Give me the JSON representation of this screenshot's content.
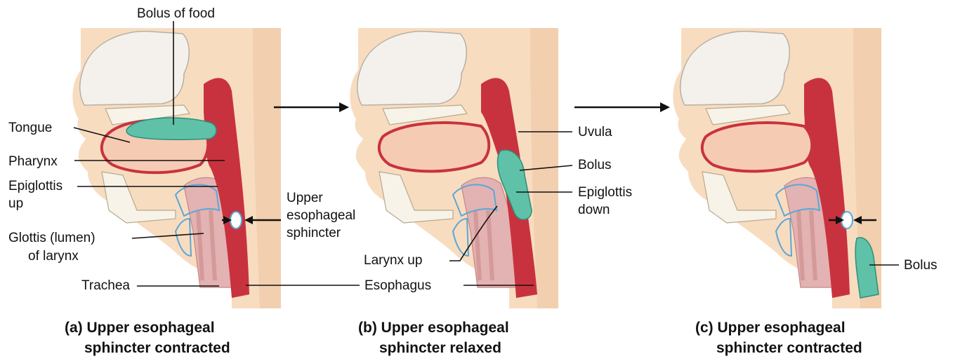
{
  "panels": [
    {
      "caption_line1": "(a) Upper esophageal",
      "caption_line2": "sphincter contracted",
      "labels": {
        "bolus_of_food": "Bolus of food",
        "tongue": "Tongue",
        "pharynx": "Pharynx",
        "epiglottis_line1": "Epiglottis",
        "epiglottis_line2": "up",
        "ues_line1": "Upper",
        "ues_line2": "esophageal",
        "ues_line3": "sphincter",
        "glottis_line1": "Glottis (lumen)",
        "glottis_line2": "of larynx",
        "trachea": "Trachea"
      }
    },
    {
      "caption_line1": "(b) Upper esophageal",
      "caption_line2": "sphincter relaxed",
      "labels": {
        "uvula": "Uvula",
        "bolus": "Bolus",
        "epiglottis_line1": "Epiglottis",
        "epiglottis_line2": "down",
        "larynx_up": "Larynx up",
        "esophagus": "Esophagus"
      }
    },
    {
      "caption_line1": "(c) Upper esophageal",
      "caption_line2": "sphincter contracted",
      "labels": {
        "bolus": "Bolus"
      }
    }
  ],
  "colors": {
    "skin": "#f8dcc0",
    "bone": "#f7f3e8",
    "muscle": "#c8323e",
    "bolus": "#5fc1a8",
    "larynx": "#e3b2b2",
    "cartilage": "#5aa8d8"
  }
}
